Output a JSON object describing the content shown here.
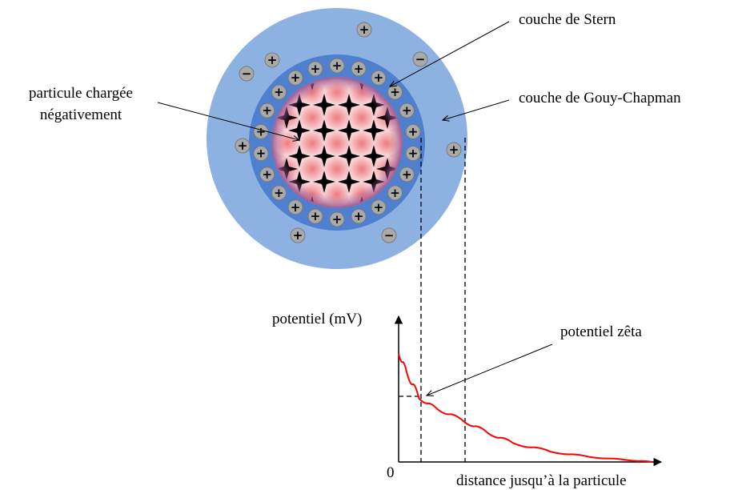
{
  "labels": {
    "stern_layer": "couche de Stern",
    "gouy_chapman_layer": "couche de Gouy-Chapman",
    "particle_line1": "particule chargée",
    "particle_line2": "négativement",
    "zeta_potential": "potentiel zêta",
    "y_axis": "potentiel (mV)",
    "x_axis": "distance jusqu’à la particule",
    "origin": "0"
  },
  "ion_symbols": {
    "positive": "+",
    "negative": "−"
  },
  "colors": {
    "outer_layer": "#8db2e1",
    "stern_layer": "#4f7fcf",
    "particle_fill": "#f6c8cb",
    "particle_core": "#ef7a80",
    "particle_marks": "#000000",
    "ion_fill": "#a9a9a9",
    "curve": "#ff0000"
  },
  "chart_data": {
    "type": "line",
    "title": "",
    "xlabel": "distance jusqu’à la particule",
    "ylabel": "potentiel (mV)",
    "x_tick_labels": [
      "0"
    ],
    "series": [
      {
        "x": [
          0,
          0.03,
          0.08,
          0.15,
          0.25,
          0.35,
          0.45,
          0.6,
          0.75,
          0.9,
          1.0
        ],
        "y": [
          0.85,
          0.72,
          0.5,
          0.42,
          0.33,
          0.23,
          0.15,
          0.08,
          0.04,
          0.015,
          0.0
        ]
      }
    ],
    "xlim": [
      0,
      1
    ],
    "ylim": [
      0,
      1
    ],
    "markers": {
      "stern_boundary_x": 0.08,
      "diffuse_boundary_x": 0.25,
      "zeta_y": 0.5
    }
  }
}
